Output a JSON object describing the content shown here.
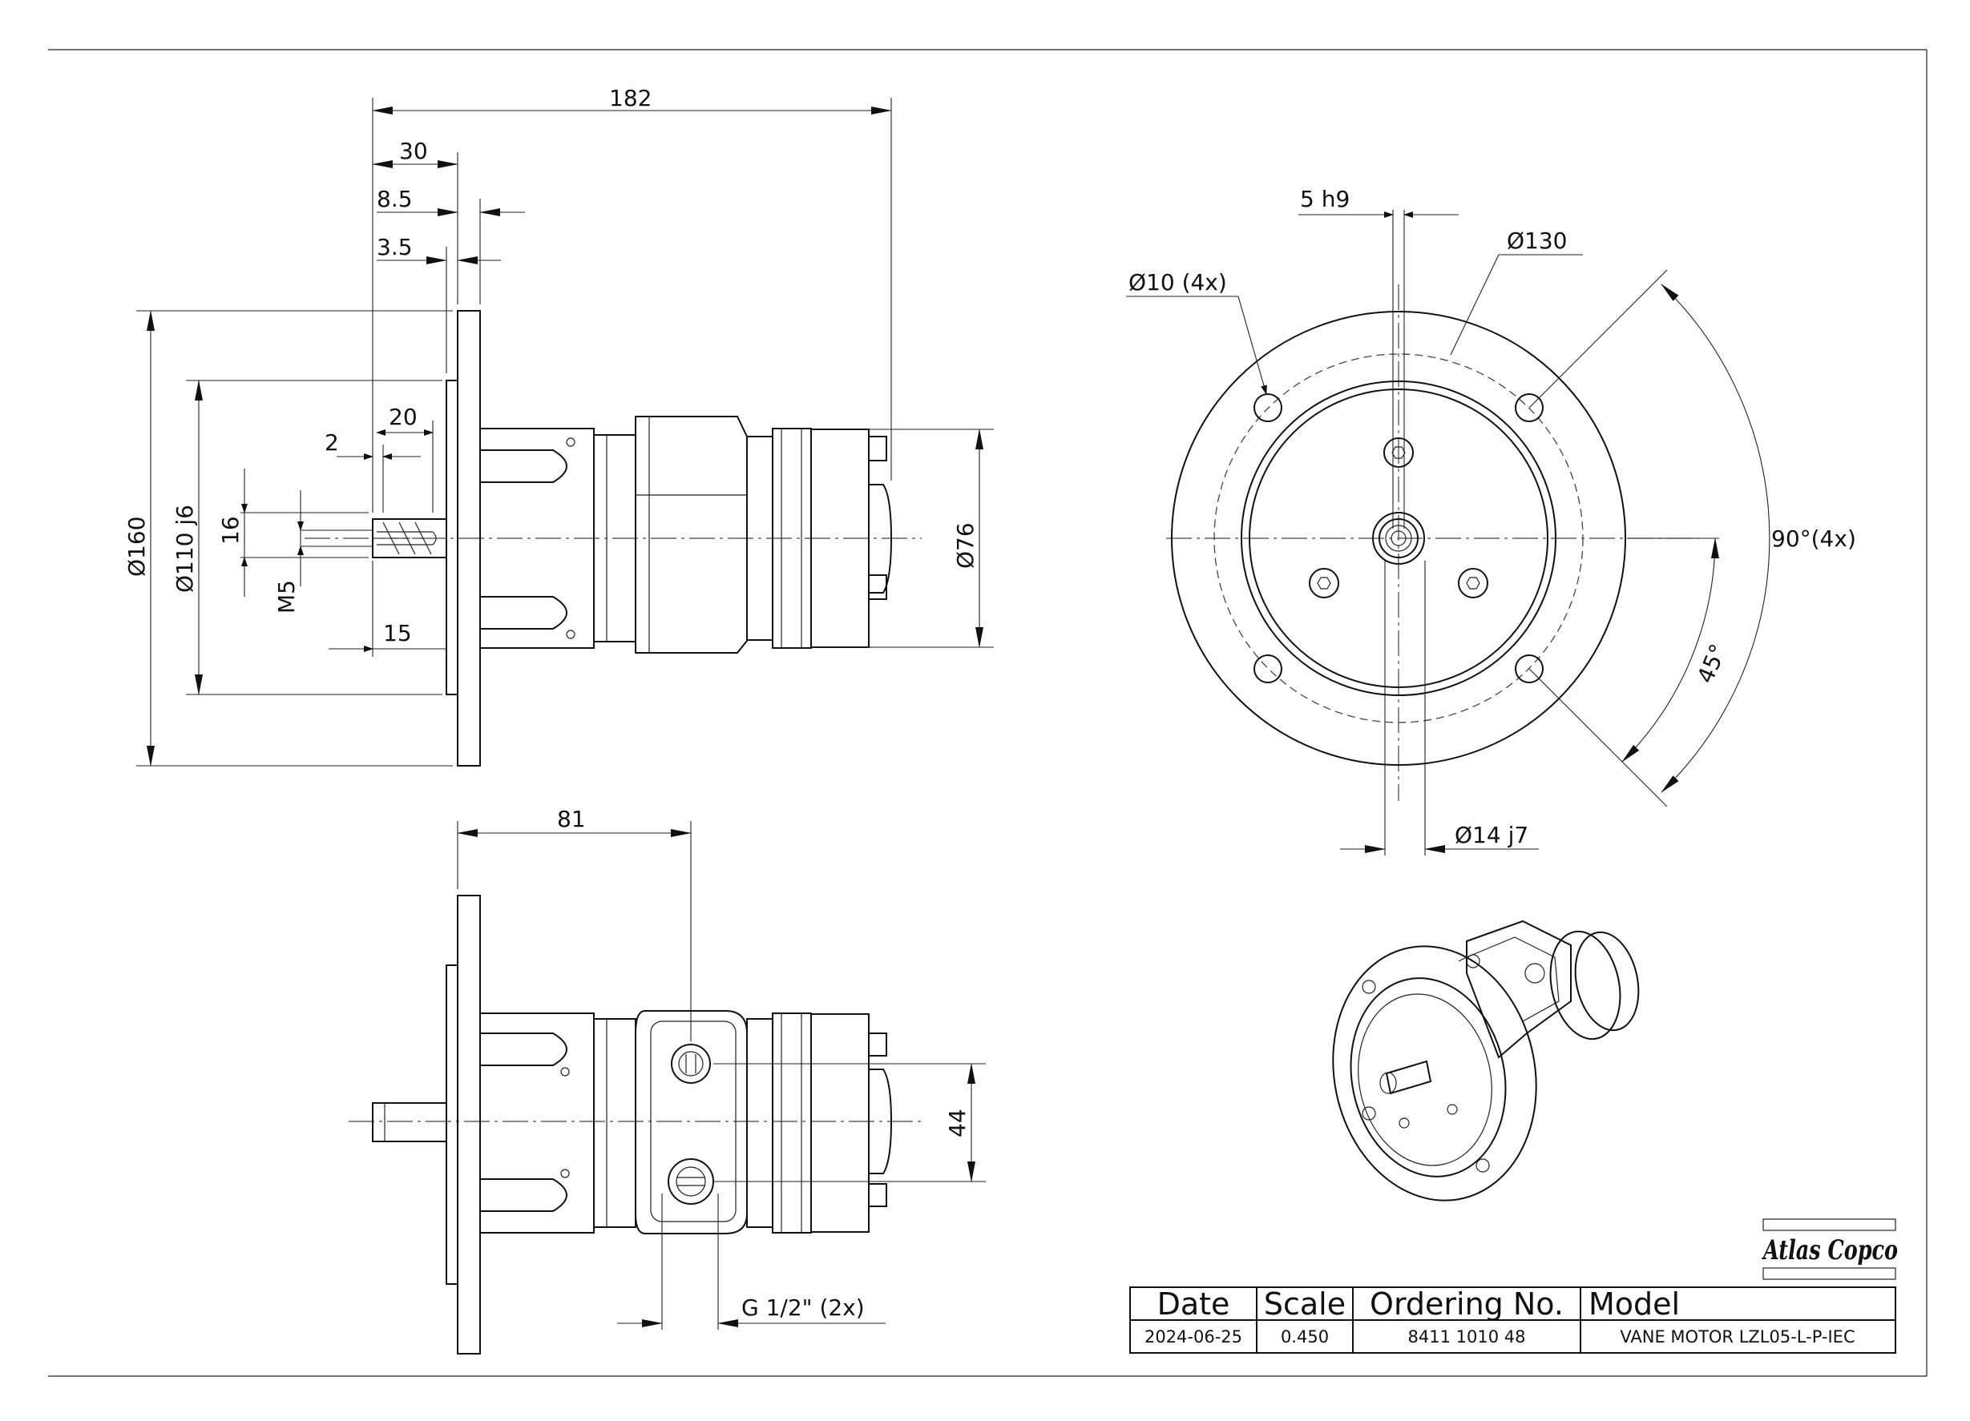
{
  "side_view": {
    "dim_overall": "182",
    "dim_30": "30",
    "dim_8_5": "8.5",
    "dim_3_5": "3.5",
    "dim_20": "20",
    "dim_2": "2",
    "dim_15": "15",
    "dim_16": "16",
    "dim_m5": "M5",
    "dim_dia160": "Ø160",
    "dim_dia110": "Ø110 j6",
    "dim_dia76": "Ø76"
  },
  "front_view": {
    "dim_key": "5 h9",
    "dim_bolt_circle": "Ø130",
    "dim_holes": "Ø10 (4x)",
    "dim_angle_90": "90°(4x)",
    "dim_angle_45": "45°",
    "dim_shaft": "Ø14  j7"
  },
  "top_view": {
    "dim_81": "81",
    "dim_44": "44",
    "dim_ports": "G 1/2\" (2x)"
  },
  "logo": {
    "text": "Atlas Copco"
  },
  "title_block": {
    "headers": [
      "Date",
      "Scale",
      "Ordering No.",
      "Model"
    ],
    "values": [
      "2024-06-25",
      "0.450",
      "8411 1010 48",
      "VANE MOTOR LZL05-L-P-IEC"
    ]
  }
}
